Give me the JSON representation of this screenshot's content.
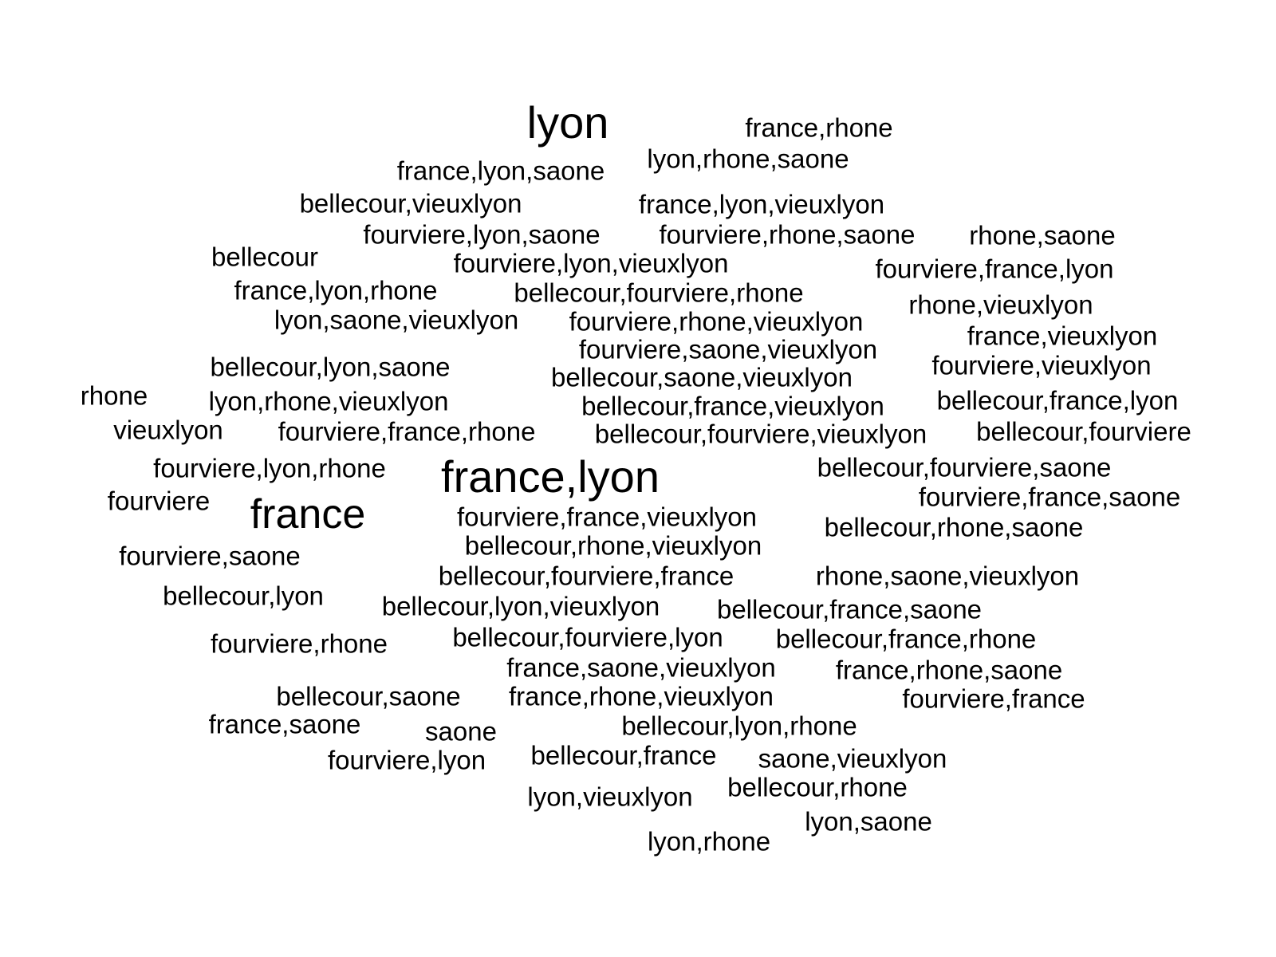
{
  "words": [
    "lyon",
    "france,lyon",
    "france",
    "france,rhone",
    "lyon,rhone,saone",
    "france,lyon,saone",
    "bellecour,vieuxlyon",
    "france,lyon,vieuxlyon",
    "fourviere,lyon,saone",
    "fourviere,rhone,saone",
    "rhone,saone",
    "bellecour",
    "fourviere,lyon,vieuxlyon",
    "fourviere,france,lyon",
    "france,lyon,rhone",
    "bellecour,fourviere,rhone",
    "rhone,vieuxlyon",
    "lyon,saone,vieuxlyon",
    "fourviere,rhone,vieuxlyon",
    "france,vieuxlyon",
    "fourviere,saone,vieuxlyon",
    "bellecour,lyon,saone",
    "fourviere,vieuxlyon",
    "bellecour,saone,vieuxlyon",
    "rhone",
    "lyon,rhone,vieuxlyon",
    "bellecour,france,vieuxlyon",
    "bellecour,france,lyon",
    "vieuxlyon",
    "fourviere,france,rhone",
    "bellecour,fourviere,vieuxlyon",
    "bellecour,fourviere",
    "fourviere,lyon,rhone",
    "bellecour,fourviere,saone",
    "fourviere",
    "fourviere,france,saone",
    "fourviere,france,vieuxlyon",
    "bellecour,rhone,saone",
    "bellecour,rhone,vieuxlyon",
    "fourviere,saone",
    "bellecour,fourviere,france",
    "rhone,saone,vieuxlyon",
    "bellecour,lyon",
    "bellecour,lyon,vieuxlyon",
    "bellecour,france,saone",
    "bellecour,fourviere,lyon",
    "bellecour,france,rhone",
    "fourviere,rhone",
    "france,saone,vieuxlyon",
    "france,rhone,saone",
    "bellecour,saone",
    "france,rhone,vieuxlyon",
    "fourviere,france",
    "france,saone",
    "bellecour,lyon,rhone",
    "saone",
    "bellecour,france",
    "saone,vieuxlyon",
    "fourviere,lyon",
    "bellecour,rhone",
    "lyon,vieuxlyon",
    "lyon,saone",
    "lyon,rhone"
  ],
  "word_frequency_tiers": {
    "lyon": "largest",
    "france,lyon": "largest",
    "france": "large",
    "others": "regular"
  }
}
